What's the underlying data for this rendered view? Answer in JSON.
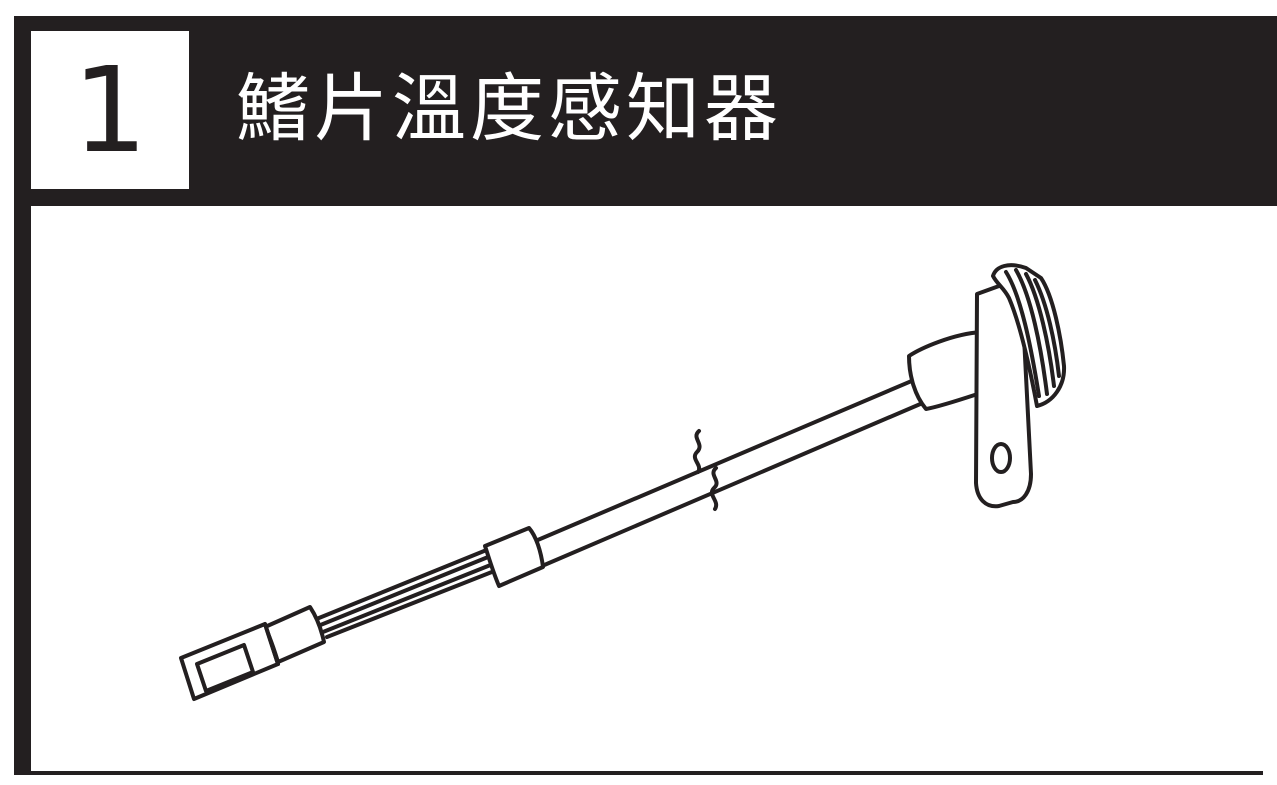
{
  "step": {
    "number": "1",
    "title": "鰭片溫度感知器"
  },
  "illustration": {
    "subject": "fin-temperature-sensor",
    "colors": {
      "ink": "#231f20",
      "paper": "#ffffff"
    }
  }
}
